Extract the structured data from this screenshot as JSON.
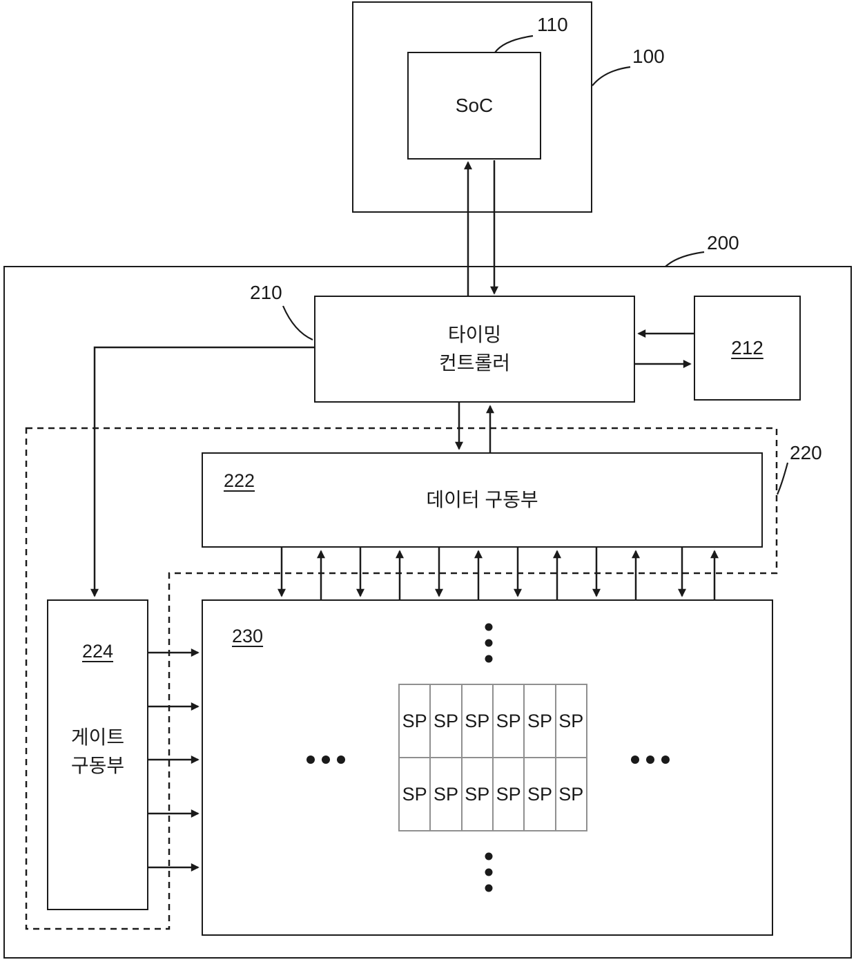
{
  "diagram": {
    "refs": {
      "r100": "100",
      "r110": "110",
      "r200": "200",
      "r210": "210",
      "r212": "212",
      "r220": "220",
      "r222": "222",
      "r224": "224",
      "r230": "230"
    },
    "blocks": {
      "soc": "SoC",
      "timing_controller_line1": "타이밍",
      "timing_controller_line2": "컨트롤러",
      "data_driver": "데이터 구동부",
      "gate_driver_line1": "게이트",
      "gate_driver_line2": "구동부",
      "subpixel": "SP"
    },
    "colors": {
      "line": "#1a1a1a",
      "background": "#ffffff",
      "grid_line": "#8f8f8f"
    }
  }
}
